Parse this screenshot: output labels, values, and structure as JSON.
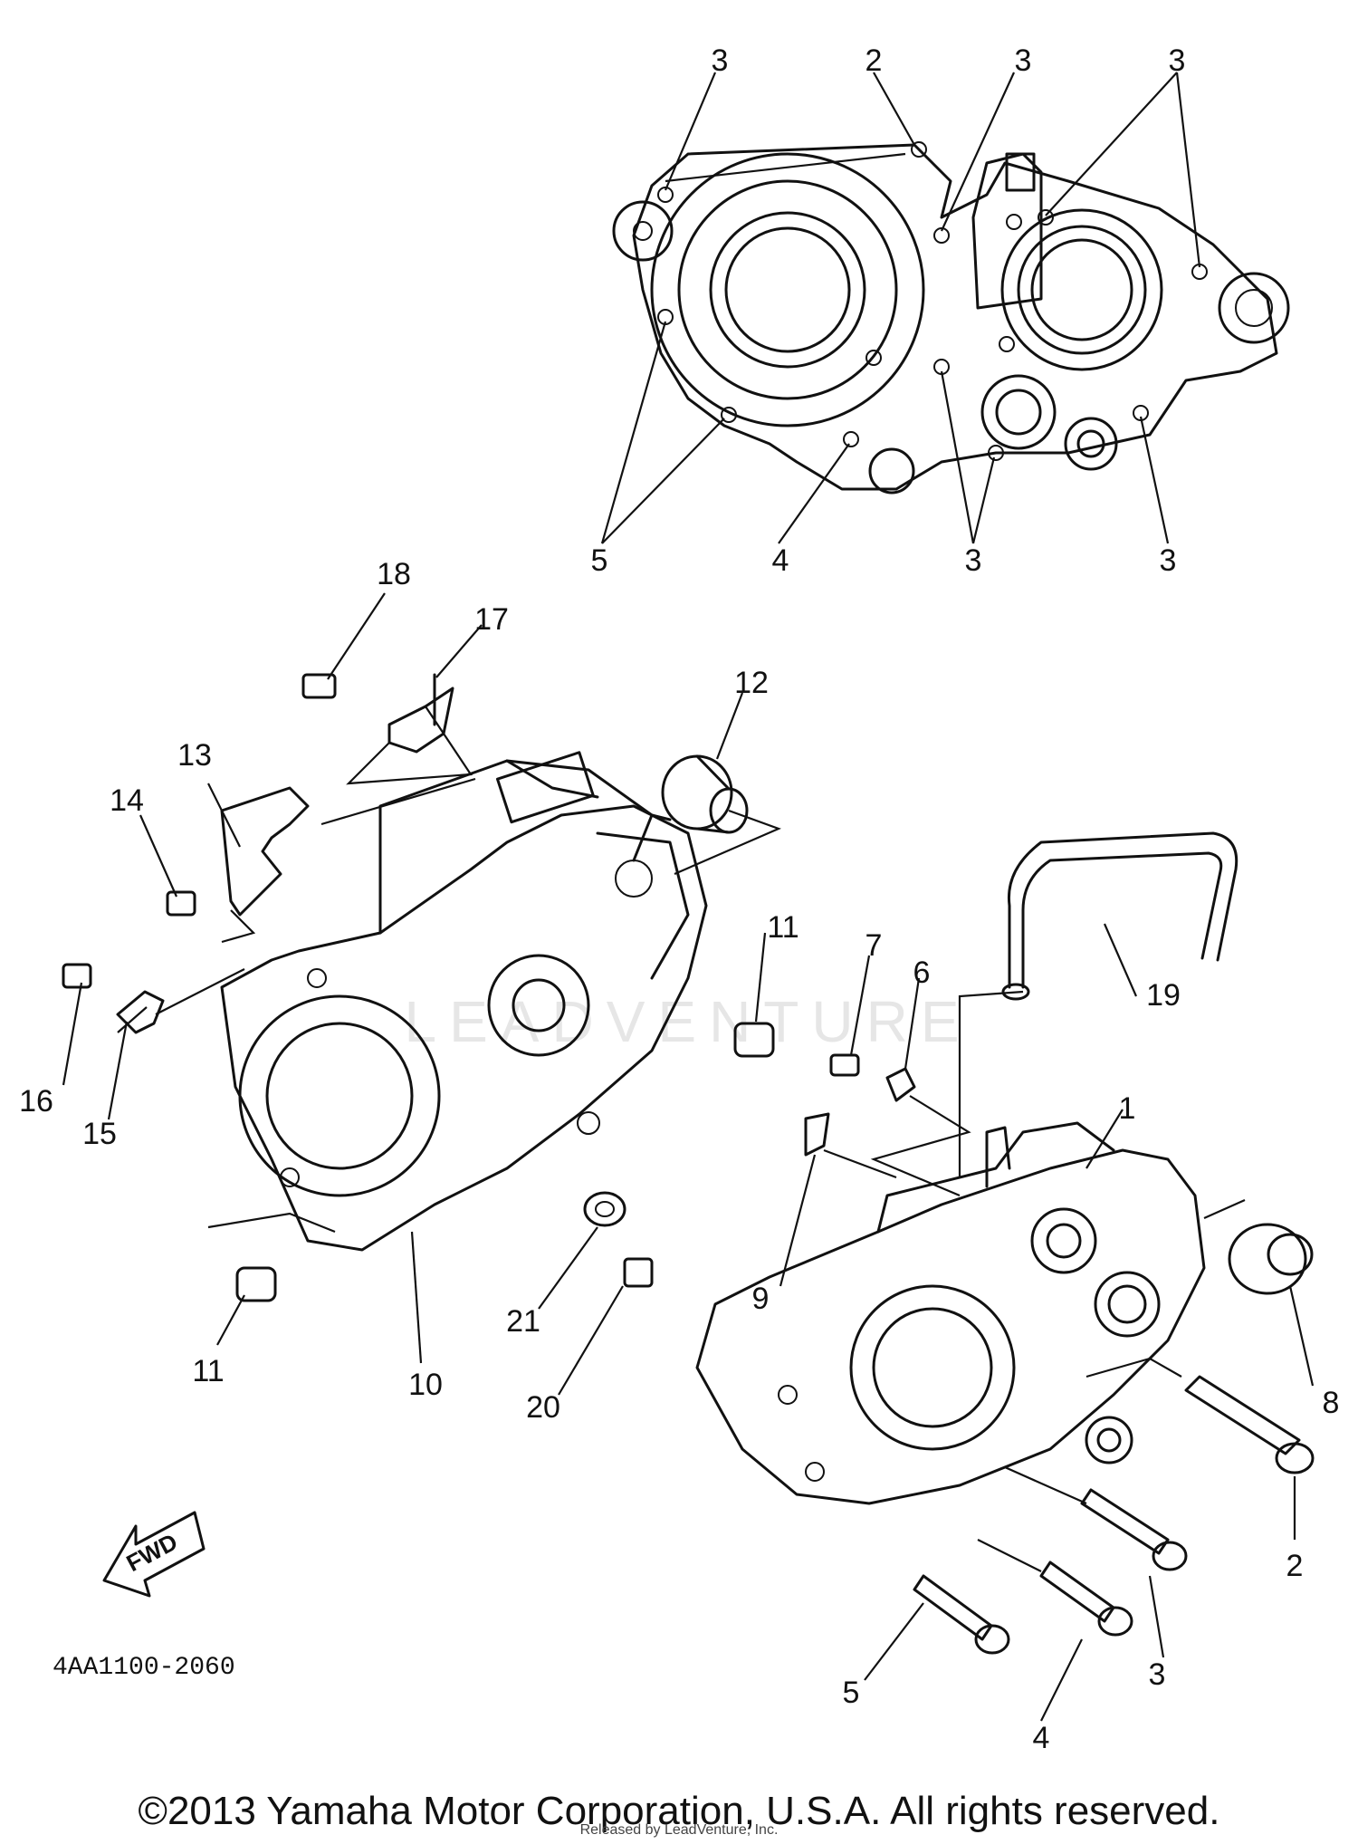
{
  "diagram": {
    "part_code": "4AA1100-2060",
    "fwd_label": "FWD",
    "watermark": "LEADVENTURE",
    "callouts": [
      "1",
      "2",
      "3",
      "4",
      "5",
      "6",
      "7",
      "8",
      "9",
      "10",
      "11",
      "12",
      "13",
      "14",
      "15",
      "16",
      "17",
      "18",
      "19",
      "20",
      "21"
    ]
  },
  "footer": {
    "copyright": "©2013 Yamaha Motor Corporation, U.S.A. All rights reserved.",
    "released_by": "Released by LeadVenture, Inc."
  }
}
